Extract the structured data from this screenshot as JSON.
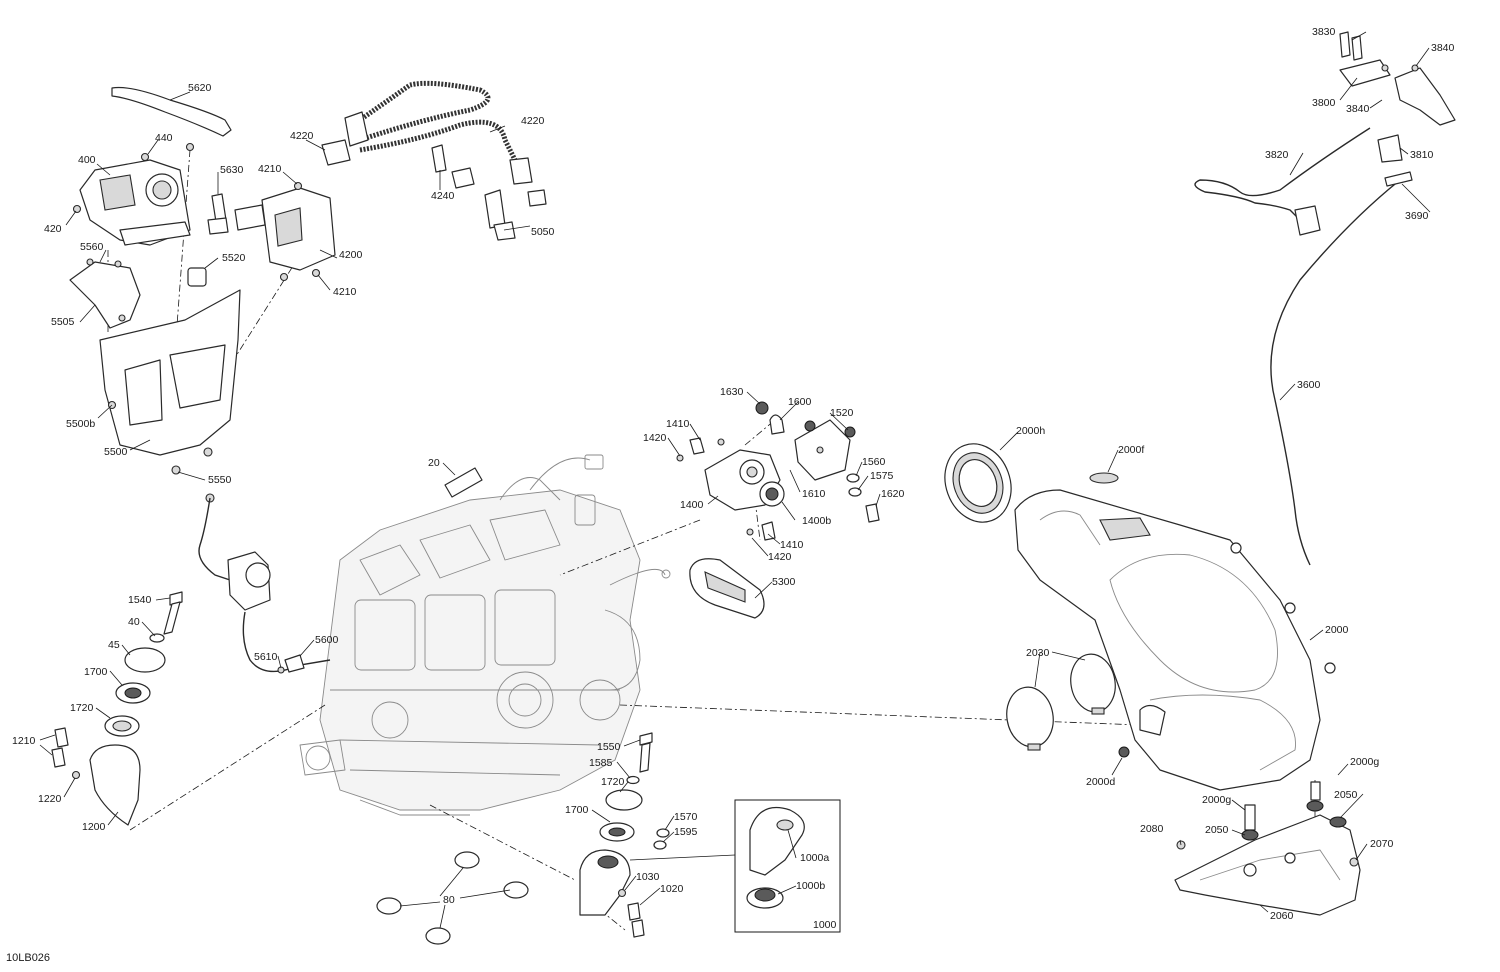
{
  "diagram": {
    "code": "10LB026",
    "labels": {
      "l5620": "5620",
      "l440": "440",
      "l400": "400",
      "l420": "420",
      "l5630": "5630",
      "l4210a": "4210",
      "l4220a": "4220",
      "l4220b": "4220",
      "l4240": "4240",
      "l5050": "5050",
      "l4200": "4200",
      "l4210b": "4210",
      "l5560": "5560",
      "l5520": "5520",
      "l5505": "5505",
      "l5500b": "5500b",
      "l5500": "5500",
      "l5550": "5550",
      "l3830": "3830",
      "l3840a": "3840",
      "l3800": "3800",
      "l3840b": "3840",
      "l3820": "3820",
      "l3810": "3810",
      "l3690": "3690",
      "l3600": "3600",
      "l1630": "1630",
      "l1600": "1600",
      "l1520": "1520",
      "l1410a": "1410",
      "l1420a": "1420",
      "l1560": "1560",
      "l1575": "1575",
      "l1620": "1620",
      "l1610": "1610",
      "l1400": "1400",
      "l1400b": "1400b",
      "l1410b": "1410",
      "l1420b": "1420",
      "l20": "20",
      "l5300": "5300",
      "l2000h": "2000h",
      "l2000f": "2000f",
      "l2000": "2000",
      "l2030": "2030",
      "l2000d": "2000d",
      "l2000g1": "2000g",
      "l2000g2": "2000g",
      "l2050a": "2050",
      "l2050b": "2050",
      "l2080": "2080",
      "l2070": "2070",
      "l2060": "2060",
      "l1540": "1540",
      "l40": "40",
      "l45": "45",
      "l1700a": "1700",
      "l1720a": "1720",
      "l1210": "1210",
      "l1220": "1220",
      "l1200": "1200",
      "l5610": "5610",
      "l5600": "5600",
      "l1550": "1550",
      "l1585": "1585",
      "l1720b": "1720",
      "l1700b": "1700",
      "l1570": "1570",
      "l1595": "1595",
      "l1030": "1030",
      "l1020": "1020",
      "l80": "80",
      "l1000a": "1000a",
      "l1000b": "1000b",
      "l1000": "1000"
    }
  }
}
